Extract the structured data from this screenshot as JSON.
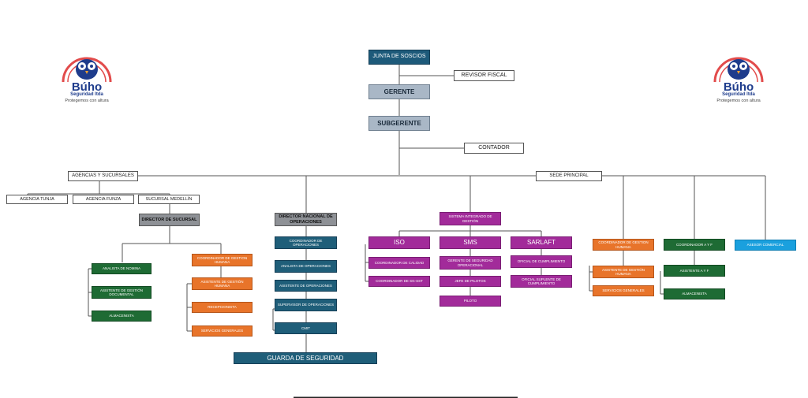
{
  "logo": {
    "brand": "Búho",
    "sub": "Seguridad ltda",
    "slogan": "Protegemos con altura"
  },
  "chart": {
    "junta": "JUNTA DE SOSCIOS",
    "revisor": "REVISOR FISCAL",
    "gerente": "GERENTE",
    "subgerente": "SUBGERENTE",
    "contador": "CONTADOR",
    "agencias": "AGENCIAS Y SUCURSALES",
    "agencia_tunja": "AGENCIA TUNJA",
    "agencia_funza": "AGENCIA FUNZA",
    "sucursal_medellin": "SUCURSAL MEDELLÍN",
    "director_sucursal": "DIRECTOR DE SUCURSAL",
    "analista_nomina": "ANALISTA DE NOMINA",
    "asistente_gestion_documental": "ASISTENTE DE GESTIÓN DOCUMENTAL",
    "almacenista_1": "ALMACENISTA",
    "coordinador_gh_1": "COORDINADOR DE GESTION HUMANA",
    "asistente_gh_1": "ASISTENTE DE GESTIÓN HUMANA",
    "recepcionista": "RECEPCIONISTA",
    "servicios_generales_1": "SERVICIOS GENERALES",
    "director_nacional": "DIRECTOR NACIONAL DE OPERACIONES",
    "coordinador_operaciones": "COORDINADOR DE OPERACIONES",
    "analista_operaciones": "ANALISTA DE OPERACIONES",
    "asistente_operaciones": "ASISTENTE DE OPERACIONES",
    "supervisor_operaciones": "SUPERVISOR DE OPERACIONES",
    "cmit": "CMIT",
    "guarda": "GUARDA DE SEGURIDAD",
    "sede_principal": "SEDE PRINCIPAL",
    "sistema_integrado": "SISTEMA INTEGRADO DE GESTIÓN",
    "iso": "ISO",
    "coordinador_calidad": "COORDINADOR DE CALIDAD",
    "coordinador_sgsst": "COORDINADOR DE SG-SST",
    "sms": "SMS",
    "gerente_seguridad": "GERENTE DE SEGURIDAD OPERACIONAL",
    "jefe_pilotos": "JEFE DE PILOTOS",
    "piloto": "PILOTO",
    "sarlaft": "SARLAFT",
    "oficial_cumplimiento": "OFICIAL DE CUMPLIMIENTO",
    "oficial_suplente": "OFICIAL SUPLENTE DE CUMPLIMIENTO",
    "coordinador_gh_2": "COORDINADOR DE GESTION HUMANA",
    "asistente_gh_2": "ASISTENTE DE GESTIÓN HUMANA",
    "servicios_generales_2": "SERVICIOS GENERALES",
    "coordinador_ayf": "COORDINADOR A Y F",
    "asistente_ayf": "ASISTENTE A Y F",
    "almacenista_2": "ALMACENISTA",
    "asesor_comercial": "ASESOR COMERCIAL"
  }
}
